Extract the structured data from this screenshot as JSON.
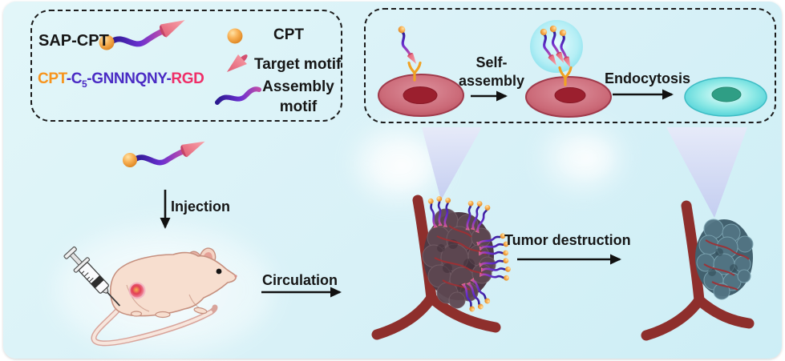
{
  "legend_box": {
    "molecule_label": "SAP-CPT",
    "sequence": {
      "part1": "CPT",
      "part2": "-C",
      "sub": "5",
      "part3": "-GNNNQNY-",
      "part4": "RGD"
    },
    "items": [
      {
        "icon": "cpt-sphere-icon",
        "label": "CPT"
      },
      {
        "icon": "target-motif-cone-icon",
        "label": "Target motif"
      },
      {
        "icon": "assembly-motif-wave-icon",
        "label_line1": "Assembly",
        "label_line2": "motif"
      }
    ]
  },
  "cell_box": {
    "self_assembly_line1": "Self-",
    "self_assembly_line2": "assembly",
    "endocytosis": "Endocytosis"
  },
  "labels": {
    "injection": "Injection",
    "circulation": "Circulation",
    "tumor_destruction": "Tumor destruction"
  },
  "colors": {
    "panel_bg": "#d8f1f7",
    "sequence_cpt_orange": "#f7941d",
    "sequence_mid_purple": "#4a2bc4",
    "sequence_rgd_pink": "#ef2e68",
    "cpt_sphere_orange": "#f6a13b",
    "target_motif_pink": "#f0808f",
    "assembly_motif_purple": "#5a2fc0",
    "cell_red": "#c7606f",
    "nucleus_red": "#9b1f2e",
    "healthy_cell_cyan": "#5fd9dc",
    "nucleus_teal": "#2f9e85",
    "vessel_red": "#8e2f2c",
    "tumor_primary_dark": "#57424d",
    "tumor_destroyed_blue": "#4e6f7e",
    "beam_lavender": "#d4d9f3",
    "text": "#161616"
  },
  "scene": {
    "illustrations": [
      "sap-cpt-molecule",
      "tumor-cell",
      "healthy-cell",
      "receptor",
      "assembly-bubble",
      "projection-beam",
      "blood-vessel",
      "primary-tumor",
      "destroyed-tumor",
      "mouse",
      "syringe"
    ]
  }
}
